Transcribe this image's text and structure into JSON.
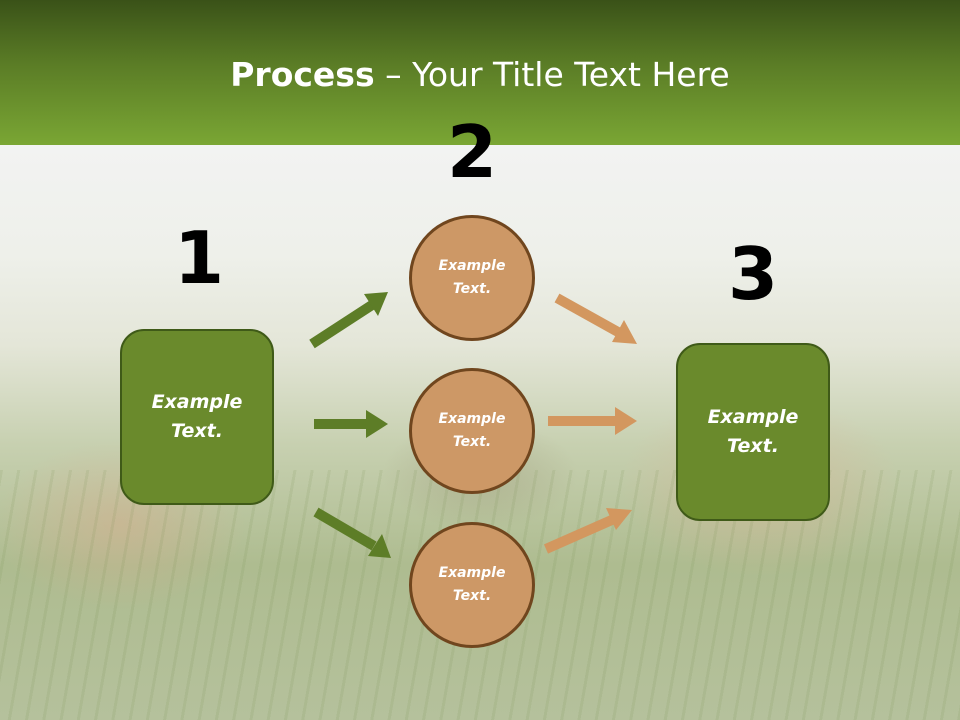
{
  "title": {
    "bold": "Process",
    "separator": "–",
    "rest": "Your Title Text Here"
  },
  "steps": [
    {
      "number": "1",
      "label": "Example Text."
    },
    {
      "number": "2",
      "label": "Example Text."
    },
    {
      "number": "3",
      "label": "Example Text."
    }
  ],
  "circles": [
    {
      "label": "Example Text."
    },
    {
      "label": "Example Text."
    },
    {
      "label": "Example Text."
    }
  ],
  "colors": {
    "header_top": "#3a5218",
    "header_bottom": "#7aa634",
    "box_fill": "#6a8a2c",
    "circle_fill": "#cd9866",
    "circle_border": "#70461e",
    "arrow_green": "#5d7d27",
    "arrow_tan": "#d3975f"
  }
}
